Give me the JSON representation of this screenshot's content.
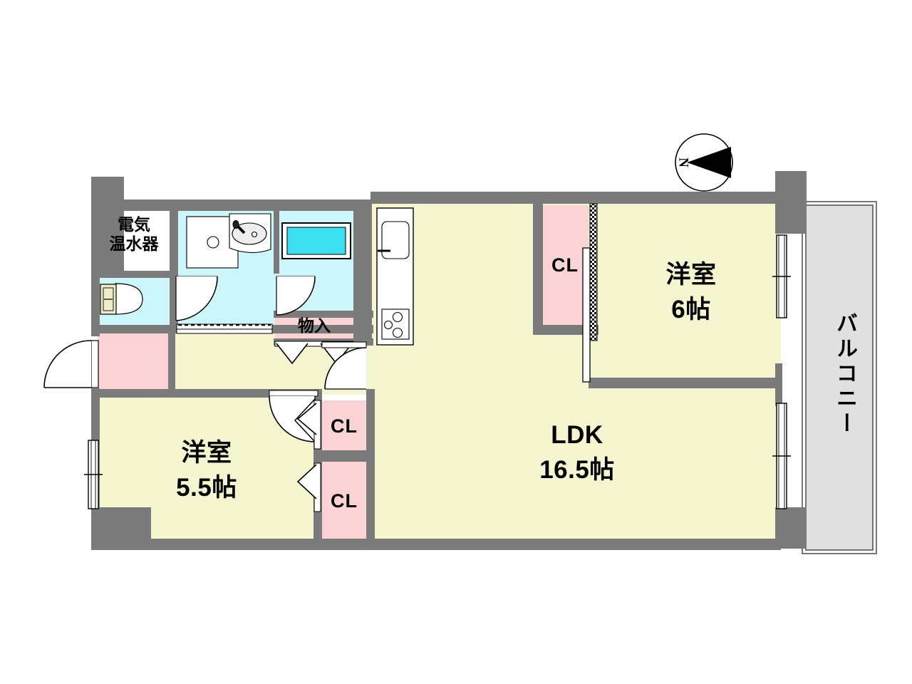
{
  "document": {
    "type": "residential-floor-plan",
    "layout_name": "2LDK",
    "background_color": "#ffffff"
  },
  "colors": {
    "wall": "#7b7b7b",
    "room_floor": "#f5f5d0",
    "closet_floor": "#fbd3d5",
    "wet_area_floor": "#cdf6fa",
    "bathtub": "#3ce0f0",
    "balcony_floor": "#e0e0e0",
    "outline": "#000000",
    "white": "#ffffff"
  },
  "compass": {
    "name": "north-arrow",
    "letter": "N",
    "rotation_deg": 90
  },
  "rooms": [
    {
      "id": "bedroom-west",
      "name": "洋室",
      "size": "5.5帖",
      "label_lines": [
        "洋室",
        "5.5帖"
      ],
      "floor": "#f5f5d0"
    },
    {
      "id": "bedroom-east",
      "name": "洋室",
      "size": "6帖",
      "label_lines": [
        "洋室",
        "6帖"
      ],
      "floor": "#f5f5d0"
    },
    {
      "id": "living-dining-kitchen",
      "name": "LDK",
      "size": "16.5帖",
      "label_lines": [
        "LDK",
        "16.5帖"
      ],
      "floor": "#f5f5d0"
    }
  ],
  "closets": [
    {
      "id": "closet-ldk-east",
      "label": "CL"
    },
    {
      "id": "closet-bedroom-upper",
      "label": "CL"
    },
    {
      "id": "closet-bedroom-lower",
      "label": "CL"
    },
    {
      "id": "storage-monoire",
      "label": "物入"
    }
  ],
  "fixtures": {
    "water_heater": {
      "label_lines": [
        "電気",
        "温水器"
      ],
      "full_label": "電気温水器"
    },
    "toilet": {
      "name": "toilet-fixture"
    },
    "vanity": {
      "name": "washbasin-fixture"
    },
    "washer_space": {
      "name": "washing-machine-space"
    },
    "bathtub": {
      "name": "bathtub-fixture"
    },
    "kitchen": {
      "name": "kitchen-counter",
      "sink": "kitchen-sink",
      "stove": "gas-stove-3-burner"
    }
  },
  "balcony": {
    "id": "balcony",
    "label": "バルコニー",
    "floor": "#e0e0e0"
  },
  "entrance": {
    "id": "entrance-genkan",
    "door": "entry-door-swing"
  }
}
